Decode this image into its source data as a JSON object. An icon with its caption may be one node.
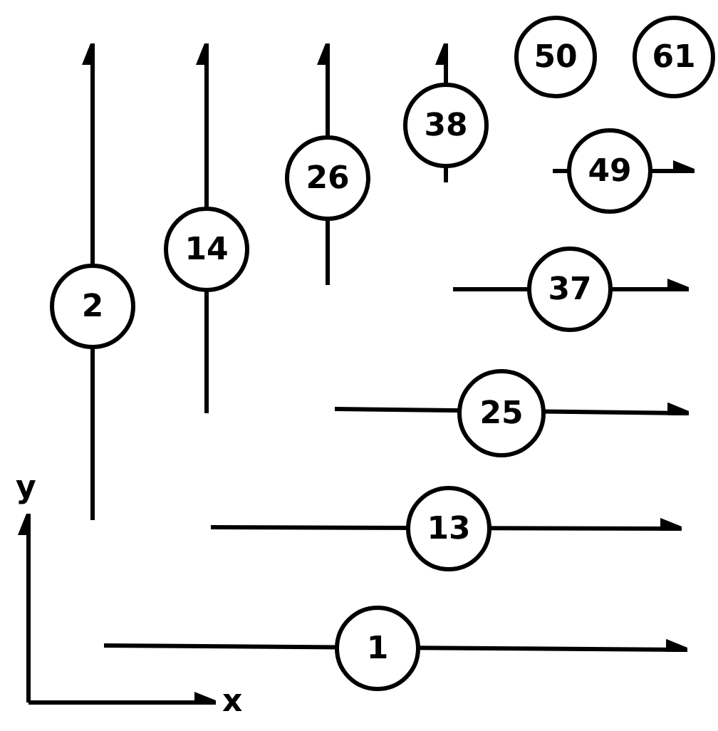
{
  "diagram": {
    "nodes": [
      {
        "text": [
          "50"
        ]
      },
      {
        "text": [
          "61"
        ]
      },
      {
        "text": [
          "38"
        ]
      },
      {
        "text": [
          "49"
        ]
      },
      {
        "text": [
          "26"
        ]
      },
      {
        "text": [
          "14"
        ]
      },
      {
        "text": [
          "37"
        ]
      },
      {
        "text": [
          "2"
        ]
      },
      {
        "text": [
          "25"
        ]
      },
      {
        "text": [
          "13"
        ]
      },
      {
        "text": [
          "1"
        ]
      }
    ],
    "labels": [
      "y",
      "x"
    ]
  }
}
